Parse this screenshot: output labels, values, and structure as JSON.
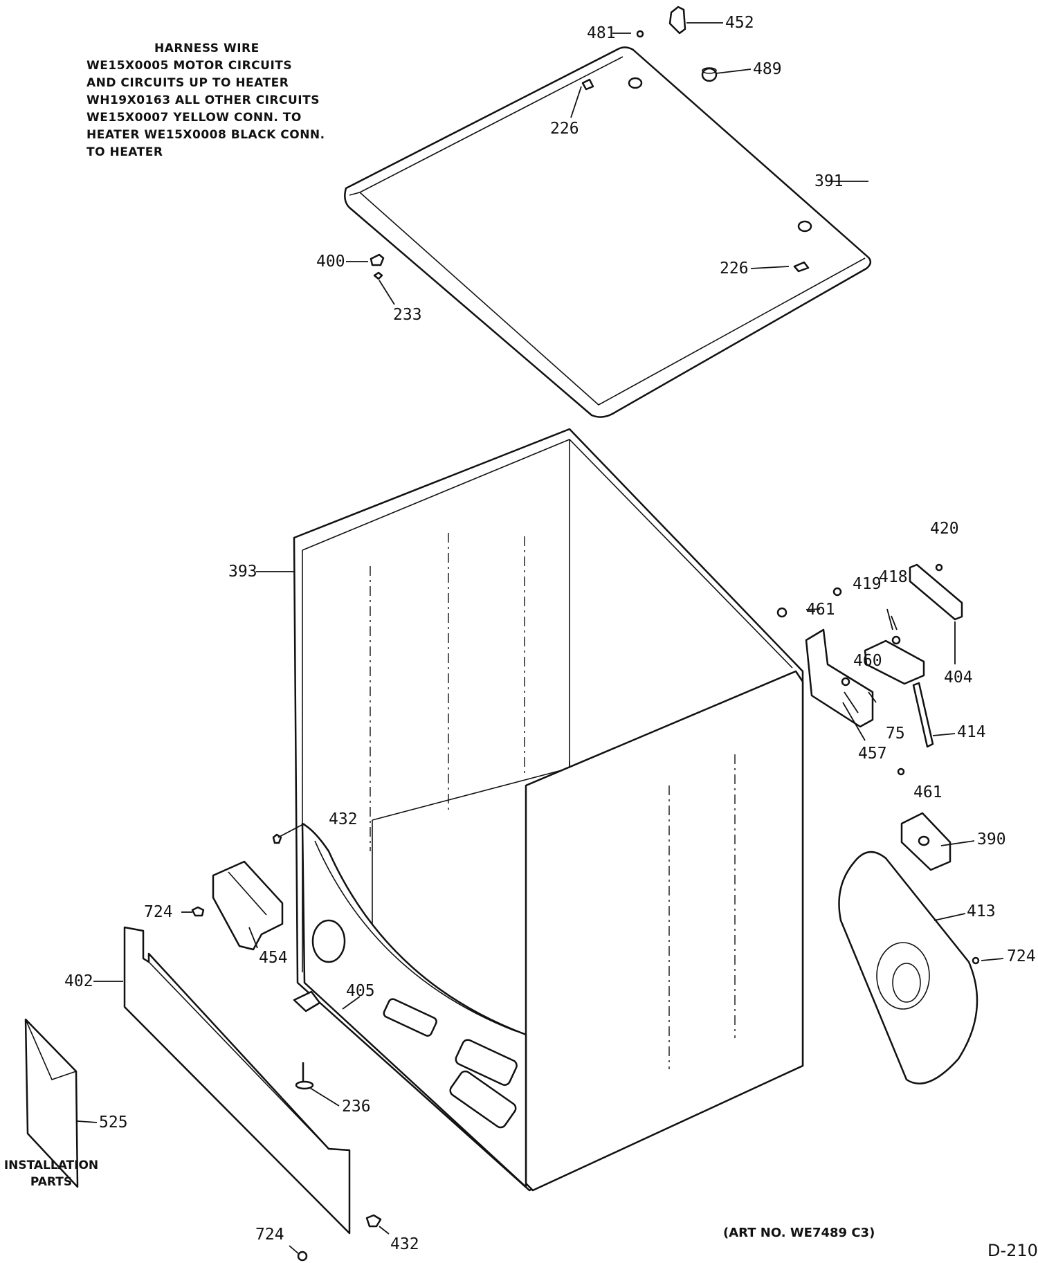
{
  "harness_note": {
    "title": "HARNESS WIRE",
    "lines": [
      "WE15X0005 MOTOR CIRCUITS",
      "AND CIRCUITS UP TO HEATER",
      "WH19X0163 ALL OTHER CIRCUITS",
      "WE15X0007 YELLOW CONN. TO",
      "HEATER WE15X0008 BLACK CONN.",
      "TO HEATER"
    ]
  },
  "callouts": {
    "c481": "481",
    "c452": "452",
    "c489": "489",
    "c226a": "226",
    "c391": "391",
    "c400": "400",
    "c233": "233",
    "c226b": "226",
    "c393": "393",
    "c420": "420",
    "c419": "419",
    "c418": "418",
    "c461a": "461",
    "c460": "460",
    "c404": "404",
    "c75": "75",
    "c414": "414",
    "c457": "457",
    "c461b": "461",
    "c390": "390",
    "c413": "413",
    "c724a": "724",
    "c432a": "432",
    "c724b": "724",
    "c454": "454",
    "c402": "402",
    "c405": "405",
    "c236": "236",
    "c525": "525",
    "c724c": "724",
    "c432b": "432"
  },
  "installation_label": {
    "line1": "INSTALLATION",
    "line2": "PARTS"
  },
  "art_number": "(ART NO. WE7489 C3)",
  "page_code": "D-210"
}
